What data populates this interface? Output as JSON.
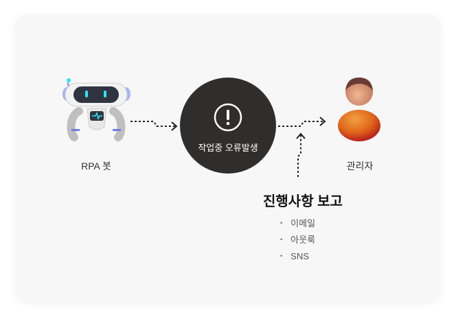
{
  "nodes": {
    "robot": {
      "label": "RPA 봇",
      "icon": "robot-icon"
    },
    "error": {
      "label": "작업중 오류발생",
      "icon": "exclamation-icon"
    },
    "admin": {
      "label": "관리자",
      "icon": "person-icon"
    }
  },
  "report": {
    "title": "진행사항 보고",
    "channels": [
      "이메일",
      "아웃룩",
      "SNS"
    ]
  },
  "colors": {
    "error_circle": "#302e2c",
    "accent_cyan": "#1fe0f0",
    "body_orange": "#e0661a"
  }
}
